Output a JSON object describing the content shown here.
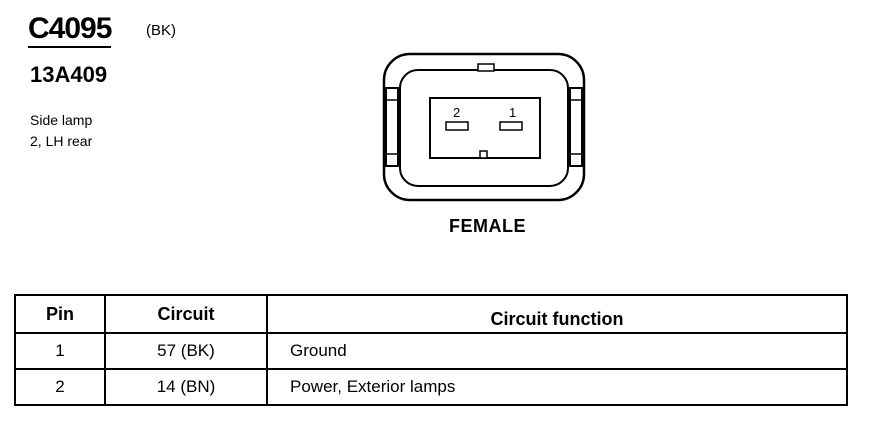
{
  "connector": {
    "id": "C4095",
    "color": "(BK)",
    "part_number": "13A409",
    "description_line1": "Side lamp",
    "description_line2": "2, LH rear",
    "pin_labels": [
      "2",
      "1"
    ],
    "gender": "FEMALE"
  },
  "table": {
    "headers": {
      "pin": "Pin",
      "circuit": "Circuit",
      "function": "Circuit function"
    },
    "rows": [
      {
        "pin": "1",
        "circuit": "57 (BK)",
        "function": "Ground"
      },
      {
        "pin": "2",
        "circuit": "14 (BN)",
        "function": "Power, Exterior lamps"
      }
    ]
  }
}
